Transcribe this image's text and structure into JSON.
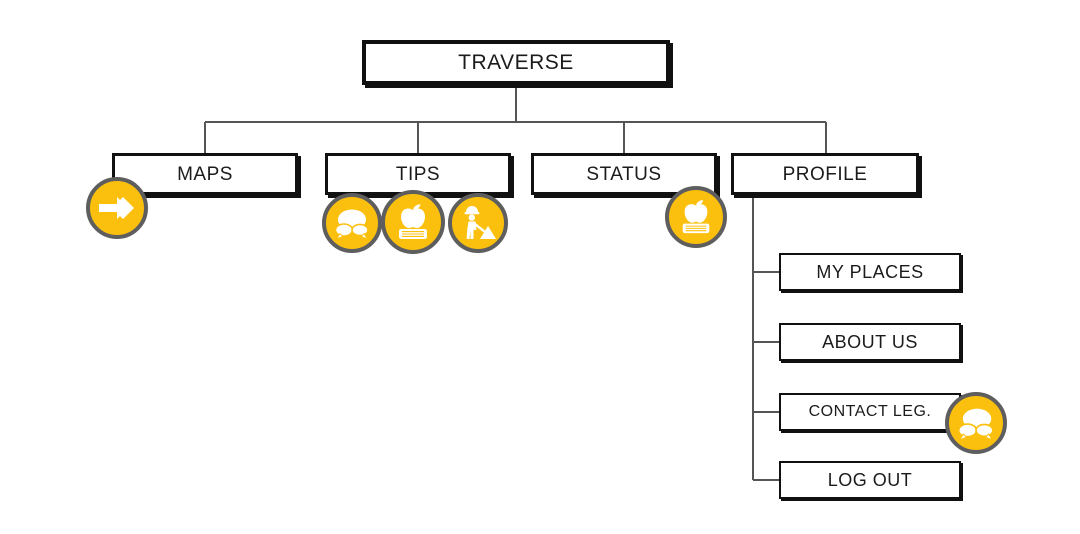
{
  "diagram": {
    "title_node": {
      "label": "TRAVERSE",
      "name": "traverse"
    },
    "level1": [
      {
        "label": "MAPS",
        "name": "maps"
      },
      {
        "label": "TIPS",
        "name": "tips"
      },
      {
        "label": "STATUS",
        "name": "status"
      },
      {
        "label": "PROFILE",
        "name": "profile"
      }
    ],
    "level2": [
      {
        "label": "MY PLACES",
        "name": "my-places"
      },
      {
        "label": "ABOUT US",
        "name": "about-us"
      },
      {
        "label": "CONTACT LEG.",
        "name": "contact-leg"
      },
      {
        "label": "LOG OUT",
        "name": "log-out"
      }
    ],
    "badges": [
      {
        "icon": "double-arrow-icon",
        "attached_to": "MAPS"
      },
      {
        "icon": "speech-bubbles-icon",
        "attached_to": "TIPS"
      },
      {
        "icon": "apple-on-book-icon",
        "attached_to": "TIPS"
      },
      {
        "icon": "construction-worker-icon",
        "attached_to": "TIPS"
      },
      {
        "icon": "apple-on-book-icon",
        "attached_to": "STATUS"
      },
      {
        "icon": "speech-bubbles-icon",
        "attached_to": "CONTACT LEG."
      }
    ],
    "colors": {
      "badge_fill": "#FBC00D",
      "badge_ring": "#5E5E5E",
      "box_stroke": "#111111",
      "connector": "#555555",
      "background": "#FFFFFF",
      "icon_glyph": "#FFFFFF"
    }
  }
}
